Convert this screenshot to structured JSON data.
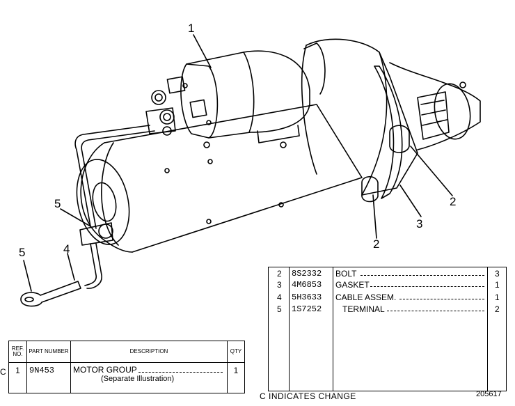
{
  "callouts": [
    "1",
    "2",
    "2",
    "3",
    "4",
    "5",
    "5"
  ],
  "left_table": {
    "headers": {
      "ref": "REF. NO.",
      "part": "PART NUMBER",
      "desc": "DESCRIPTION",
      "qty": "QTY"
    },
    "change_mark": "C",
    "row": {
      "ref": "1",
      "part": "9N453",
      "desc": "MOTOR GROUP",
      "sub": "(Separate Illustration)",
      "qty": "1"
    }
  },
  "right_table": {
    "rows": [
      {
        "ref": "2",
        "part": "8S2332",
        "desc": "BOLT",
        "qty": "3"
      },
      {
        "ref": "3",
        "part": "4M6853",
        "desc": "GASKET",
        "qty": "1"
      },
      {
        "ref": "4",
        "part": "5H3633",
        "desc": "CABLE ASSEM.",
        "qty": "1"
      },
      {
        "ref": "5",
        "part": "1S7252",
        "desc": "TERMINAL",
        "qty": "2"
      }
    ]
  },
  "footer": {
    "change_note": "C INDICATES CHANGE",
    "code": "205617"
  }
}
